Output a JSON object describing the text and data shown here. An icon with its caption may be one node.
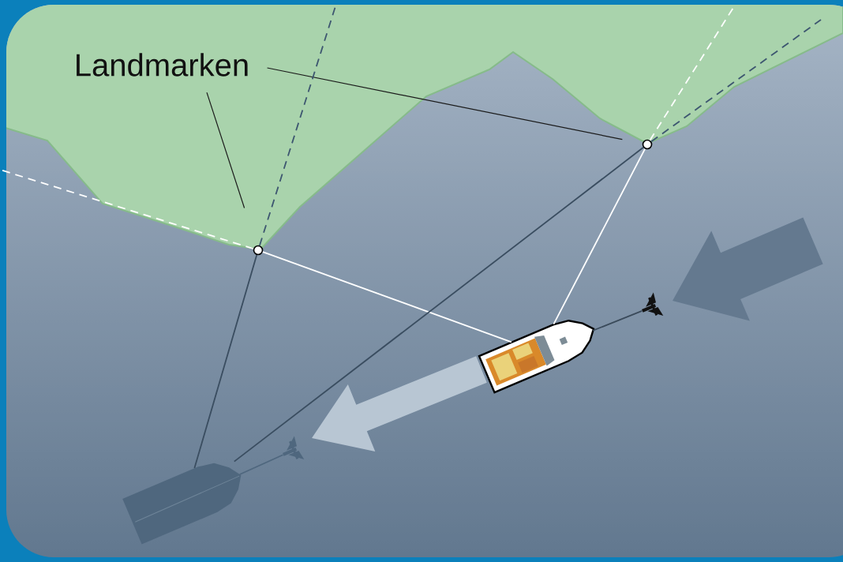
{
  "diagram": {
    "nodes": [
      {
        "text": [
          "Landmarken"
        ]
      },
      {
        "text": [],
        "shape": "circle"
      },
      {
        "text": [],
        "shape": "circle"
      },
      {
        "text": [],
        "shape": "picture"
      },
      {
        "text": [],
        "shape": "picture"
      },
      {
        "text": [],
        "shape": "picture"
      },
      {
        "text": [],
        "shape": "picture"
      }
    ],
    "edges": [
      {
        "from": 0,
        "to": 1,
        "arrow": "none",
        "color": "#1a1a1a"
      },
      {
        "from": 0,
        "to": 2,
        "arrow": "none",
        "color": "#1a1a1a"
      },
      {
        "from": 1,
        "to": 3,
        "arrow": "none",
        "color": "#ffffff"
      },
      {
        "from": 2,
        "to": 3,
        "arrow": "none",
        "color": "#ffffff"
      },
      {
        "from": 1,
        "to": 4,
        "arrow": "none",
        "color": "#3a4d60"
      },
      {
        "from": 2,
        "to": 4,
        "arrow": "none",
        "color": "#3a4d60"
      },
      {
        "from": 3,
        "to": 5,
        "arrow": "none",
        "color": "#3a4a5a"
      },
      {
        "from": 4,
        "to": 6,
        "arrow": "none",
        "color": "#4f677e"
      },
      {
        "from": 1,
        "to": null,
        "arrow": "none",
        "style": "dashed",
        "color": "#ffffff"
      },
      {
        "from": 1,
        "to": null,
        "arrow": "none",
        "style": "dashed",
        "color": "#3d5670"
      },
      {
        "from": 2,
        "to": null,
        "arrow": "none",
        "style": "dashed",
        "color": "#ffffff"
      },
      {
        "from": 2,
        "to": null,
        "arrow": "none",
        "style": "dashed",
        "color": "#3d5670"
      }
    ]
  }
}
